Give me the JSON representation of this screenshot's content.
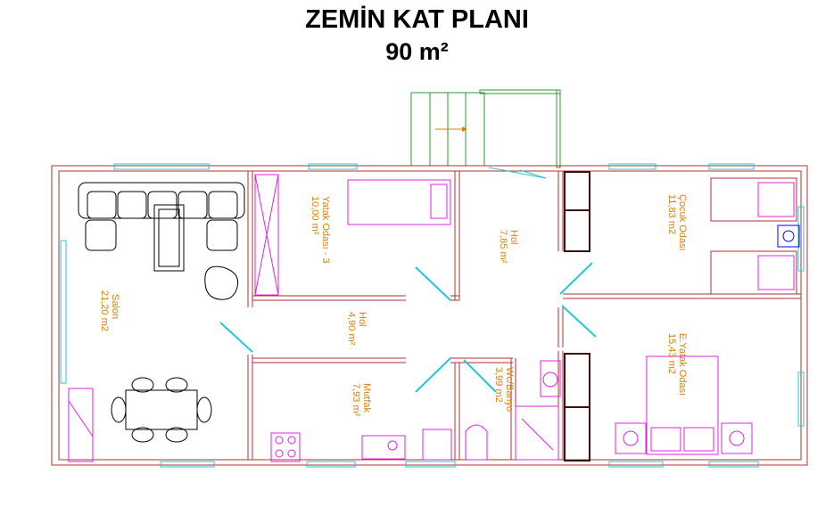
{
  "title": "ZEMİN KAT PLANI",
  "subtitle": "90 m²",
  "rooms": [
    {
      "name": "Salon",
      "area": "21,20 m2"
    },
    {
      "name": "Yatak Odası - 3",
      "area": "10,00 m²"
    },
    {
      "name": "Hol",
      "area": "4,90 m²"
    },
    {
      "name": "Hol",
      "area": "7,85 m²"
    },
    {
      "name": "Mutfak",
      "area": "7,93 m²"
    },
    {
      "name": "Wc/Banyo",
      "area": "3,99 m2"
    },
    {
      "name": "Çocuk Odası",
      "area": "11,83 m2"
    },
    {
      "name": "E.Yatak Odası",
      "area": "15,43 m2"
    }
  ],
  "colors": {
    "wall": "#b03030",
    "window": "#20c8d8",
    "furniture": "#e020e0",
    "label": "#d4820f",
    "stairs": "#2e9a2e",
    "cabinet": "#3a1010"
  }
}
